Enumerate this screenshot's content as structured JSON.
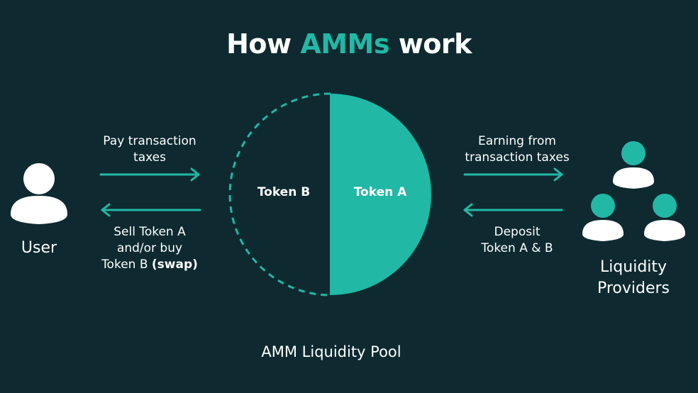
{
  "title": {
    "prefix": "How ",
    "accent": "AMMs",
    "suffix": " work"
  },
  "user": {
    "label": "User"
  },
  "providers": {
    "line1": "Liquidity",
    "line2": "Providers"
  },
  "pool": {
    "token_b": "Token B",
    "token_a": "Token A",
    "caption": "AMM Liquidity Pool"
  },
  "arrows": {
    "pay_line1": "Pay transaction",
    "pay_line2": "taxes",
    "sell_line1": "Sell Token A",
    "sell_line2": "and/or buy",
    "sell_line3": "Token B ",
    "sell_bold": "(swap)",
    "earn_line1": "Earning from",
    "earn_line2": "transaction taxes",
    "deposit_line1": "Deposit",
    "deposit_line2": "Token A & B"
  },
  "colors": {
    "background": "#0e2a30",
    "accent": "#21b8a6",
    "text": "#ffffff"
  }
}
